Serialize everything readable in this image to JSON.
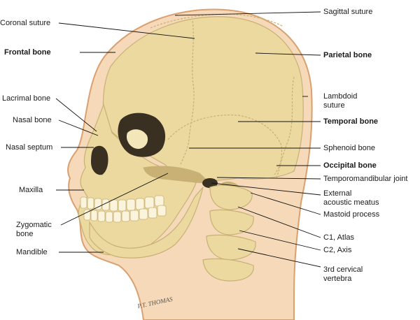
{
  "colors": {
    "bone": "#ebd9a0",
    "bone_light": "#f3e6b8",
    "bone_shadow": "#c9b074",
    "skin": "#f5d9b8",
    "skin_outline": "#d9a070",
    "dark": "#3a3022",
    "leader": "#111111"
  },
  "labels": {
    "sagittal_suture": "Sagittal suture",
    "coronal_suture": "Coronal suture",
    "frontal_bone": "Frontal bone",
    "parietal_bone": "Parietal bone",
    "lambdoid_suture": "Lambdoid\nsuture",
    "lacrimal_bone": "Lacrimal bone",
    "nasal_bone": "Nasal bone",
    "temporal_bone": "Temporal bone",
    "nasal_septum": "Nasal septum",
    "sphenoid_bone": "Sphenoid bone",
    "occipital_bone": "Occipital bone",
    "temporomandibular_joint": "Temporomandibular joint",
    "maxilla": "Maxilla",
    "external_acoustic_meatus": "External\nacoustic meatus",
    "mastoid_process": "Mastoid process",
    "zygomatic_bone": "Zygomatic\nbone",
    "c1_atlas": "C1, Atlas",
    "c2_axis": "C2, Axis",
    "mandible": "Mandible",
    "third_cervical_vertebra": "3rd cervical\nvertebra"
  },
  "signature": "P.T. THOMAS"
}
